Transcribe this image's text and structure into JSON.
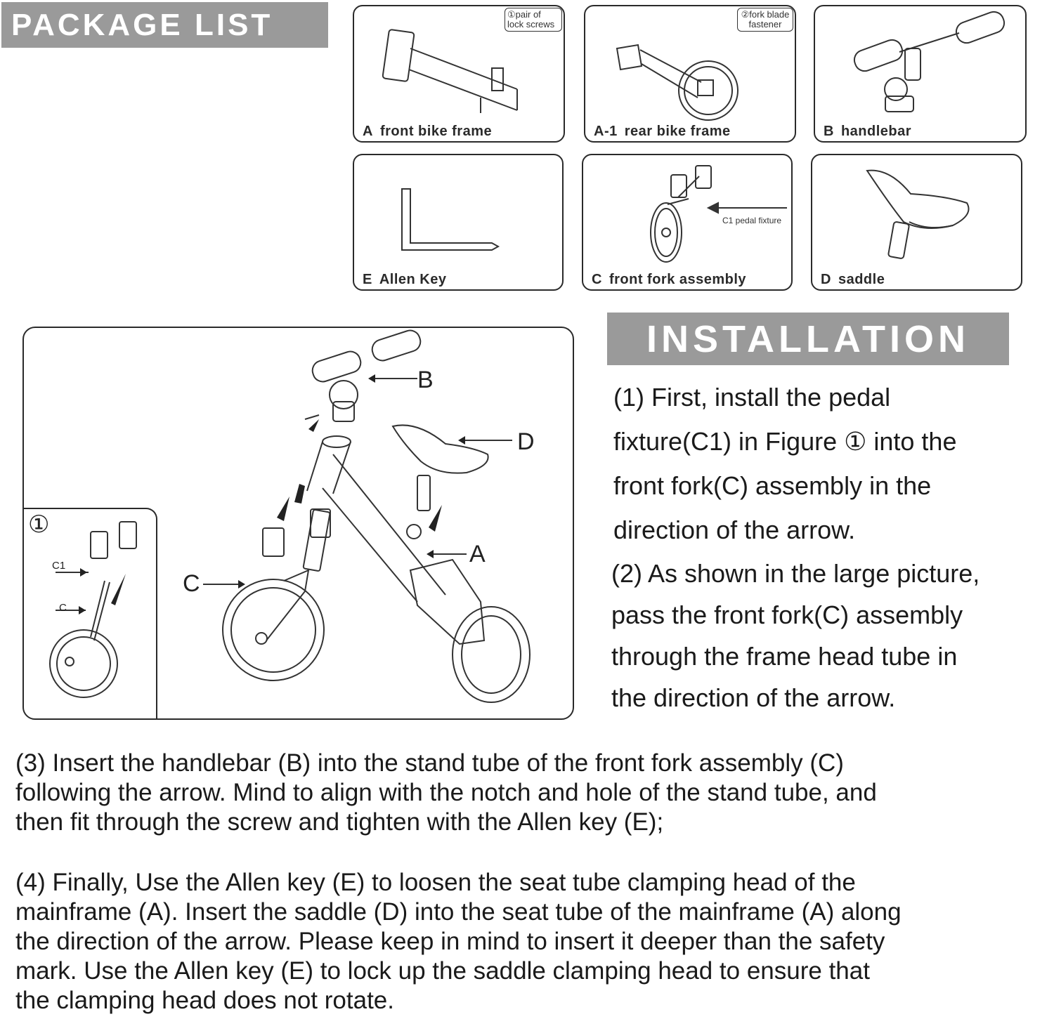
{
  "package_list": {
    "title": "PACKAGE LIST",
    "items": [
      {
        "code": "A",
        "name": "front bike frame"
      },
      {
        "code": "A-1",
        "name": "rear bike frame"
      },
      {
        "code": "B",
        "name": "handlebar"
      },
      {
        "code": "E",
        "name": "Allen Key"
      },
      {
        "code": "C",
        "name": "front fork assembly"
      },
      {
        "code": "D",
        "name": "saddle"
      }
    ],
    "callouts": {
      "lock_screws_line1": "①pair of",
      "lock_screws_line2": "lock screws",
      "fork_blade_line1": "②fork blade",
      "fork_blade_line2": "fastener",
      "pedal_fixture": "C1 pedal fixture"
    }
  },
  "figure": {
    "labels": {
      "b": "B",
      "d": "D",
      "a": "A",
      "c": "C"
    },
    "inset": {
      "number": "①",
      "c1": "C1",
      "c": "C"
    }
  },
  "installation": {
    "title": "INSTALLATION",
    "step1_lines": [
      "(1) First, install the pedal",
      "fixture(C1) in Figure  ① into the",
      "front fork(C) assembly in the",
      "direction of the arrow."
    ],
    "step2_lines": [
      "(2) As shown in the large picture,",
      "pass the front fork(C) assembly",
      "through the frame head tube in",
      "the direction of the arrow."
    ],
    "step3_lines": [
      "(3) Insert the handlebar (B) into the stand tube of the front fork assembly (C)",
      "following the arrow. Mind to align with the notch and hole of the stand tube, and",
      "then fit through the screw and tighten with the Allen key (E);"
    ],
    "step4_lines": [
      "(4) Finally, Use the Allen key (E) to loosen the seat tube clamping head of the",
      "mainframe (A). Insert the saddle (D) into the seat tube of the mainframe (A) along",
      "the direction of the arrow. Please keep in mind to insert it deeper than the safety",
      "mark. Use the Allen key (E) to lock up the saddle clamping head to ensure that",
      "the clamping head does not rotate."
    ]
  }
}
